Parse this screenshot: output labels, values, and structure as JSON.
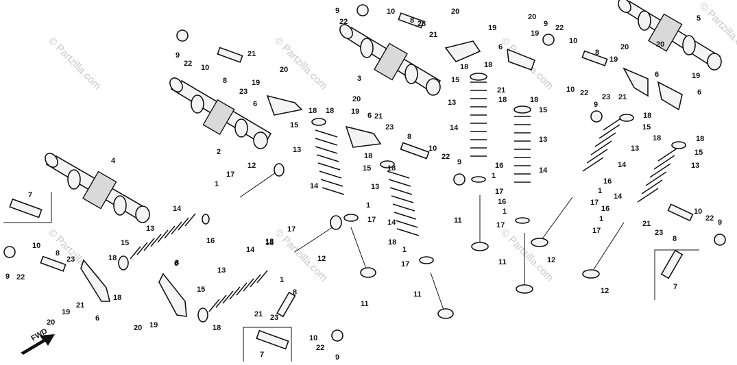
{
  "watermark": "© Partzilla.com",
  "direction_label": "FWD",
  "callouts": [
    {
      "id": "c1",
      "text": "1"
    },
    {
      "id": "c2",
      "text": "2"
    },
    {
      "id": "c3",
      "text": "3"
    },
    {
      "id": "c4",
      "text": "4"
    },
    {
      "id": "c5",
      "text": "5"
    },
    {
      "id": "c6",
      "text": "6"
    },
    {
      "id": "c7",
      "text": "7"
    },
    {
      "id": "c8",
      "text": "8"
    },
    {
      "id": "c9",
      "text": "9"
    },
    {
      "id": "c10",
      "text": "10"
    },
    {
      "id": "c11",
      "text": "11"
    },
    {
      "id": "c12",
      "text": "12"
    },
    {
      "id": "c13",
      "text": "13"
    },
    {
      "id": "c14",
      "text": "14"
    },
    {
      "id": "c15",
      "text": "15"
    },
    {
      "id": "c16",
      "text": "16"
    },
    {
      "id": "c17",
      "text": "17"
    },
    {
      "id": "c18",
      "text": "18"
    },
    {
      "id": "c19",
      "text": "19"
    },
    {
      "id": "c20",
      "text": "20"
    },
    {
      "id": "c21",
      "text": "21"
    },
    {
      "id": "c22",
      "text": "22"
    },
    {
      "id": "c23",
      "text": "23"
    }
  ]
}
